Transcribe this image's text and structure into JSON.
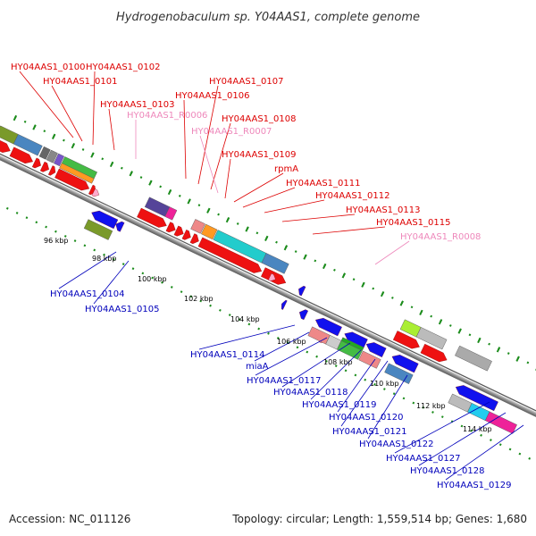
{
  "title": "Hydrogenobaculum sp. Y04AAS1, complete genome",
  "footer": {
    "accession": "Accession: NC_011126",
    "topology": "Topology: circular; Length: 1,559,514 bp; Genes: 1,680"
  },
  "colors": {
    "forward_label": "#dd0000",
    "reverse_label": "#0000bb",
    "rna_label": "#ee88bb",
    "backbone": "#888888"
  },
  "ticks": [
    "96 kbp",
    "98 kbp",
    "100 kbp",
    "102 kbp",
    "104 kbp",
    "106 kbp",
    "108 kbp",
    "110 kbp",
    "112 kbp",
    "114 kbp"
  ],
  "forward_labels": [
    "HY04AAS1_0100",
    "HY04AAS1_0101",
    "HY04AAS1_0102",
    "HY04AAS1_0103",
    "HY04AAS1_0106",
    "HY04AAS1_0107",
    "HY04AAS1_0108",
    "HY04AAS1_0109",
    "rpmA",
    "HY04AAS1_0111",
    "HY04AAS1_0112",
    "HY04AAS1_0113",
    "HY04AAS1_0115"
  ],
  "rna_labels": [
    "HY04AAS1_R0006",
    "HY04AAS1_R0007",
    "HY04AAS1_R0008"
  ],
  "reverse_labels": [
    "HY04AAS1_0104",
    "HY04AAS1_0105",
    "HY04AAS1_0114",
    "miaA",
    "HY04AAS1_0117",
    "HY04AAS1_0118",
    "HY04AAS1_0119",
    "HY04AAS1_0120",
    "HY04AAS1_0121",
    "HY04AAS1_0122",
    "HY04AAS1_0127",
    "HY04AAS1_0128",
    "HY04AAS1_0129"
  ]
}
